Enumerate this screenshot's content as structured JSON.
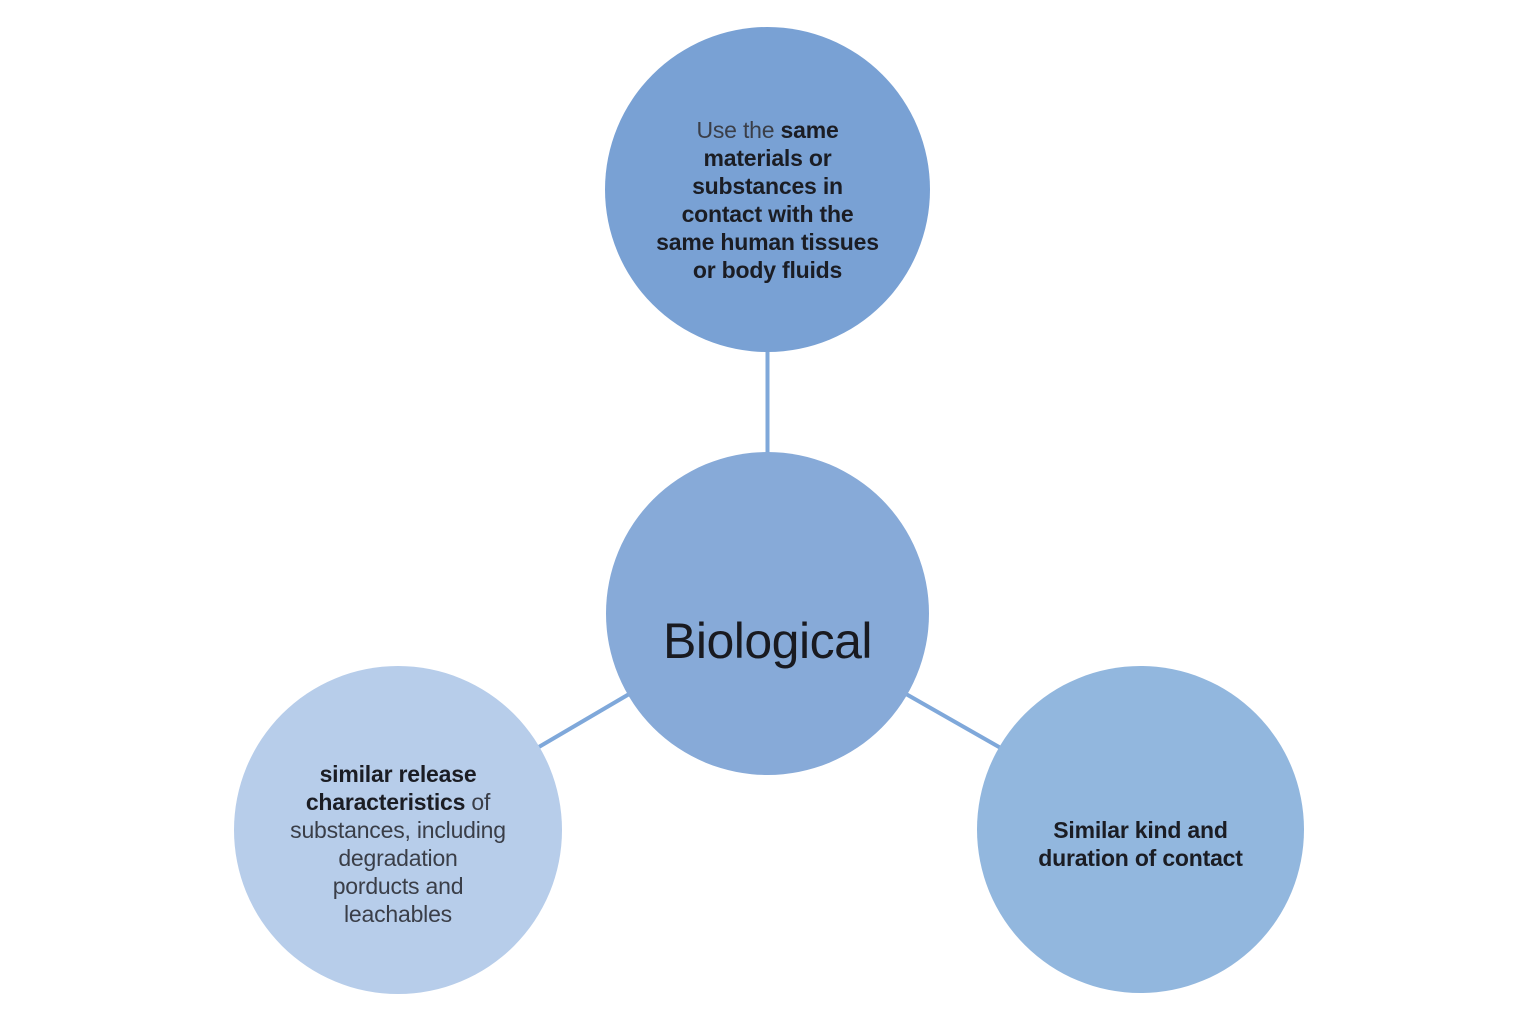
{
  "diagram": {
    "type": "radial-circle-diagram",
    "colors": {
      "top_circle": "#79a1d4",
      "center_circle": "#87aad8",
      "left_circle": "#b7cdea",
      "right_circle": "#92b7de",
      "connector": "#7fa8da",
      "text_bold": "#1b1d24",
      "text_regular": "#3a3e48"
    },
    "center_node": {
      "label": "Biological"
    },
    "top_node": {
      "text_regular": "Use the ",
      "text_bold": "same\nmaterials or\nsubstances in\ncontact with the\nsame human tissues\nor body fluids"
    },
    "left_node": {
      "text_bold": "similar release\ncharacteristics",
      "text_regular": " of\nsubstances, including\ndegradation\nporducts and\nleachables"
    },
    "right_node": {
      "text_bold": "Similar kind and\nduration of contact"
    }
  }
}
